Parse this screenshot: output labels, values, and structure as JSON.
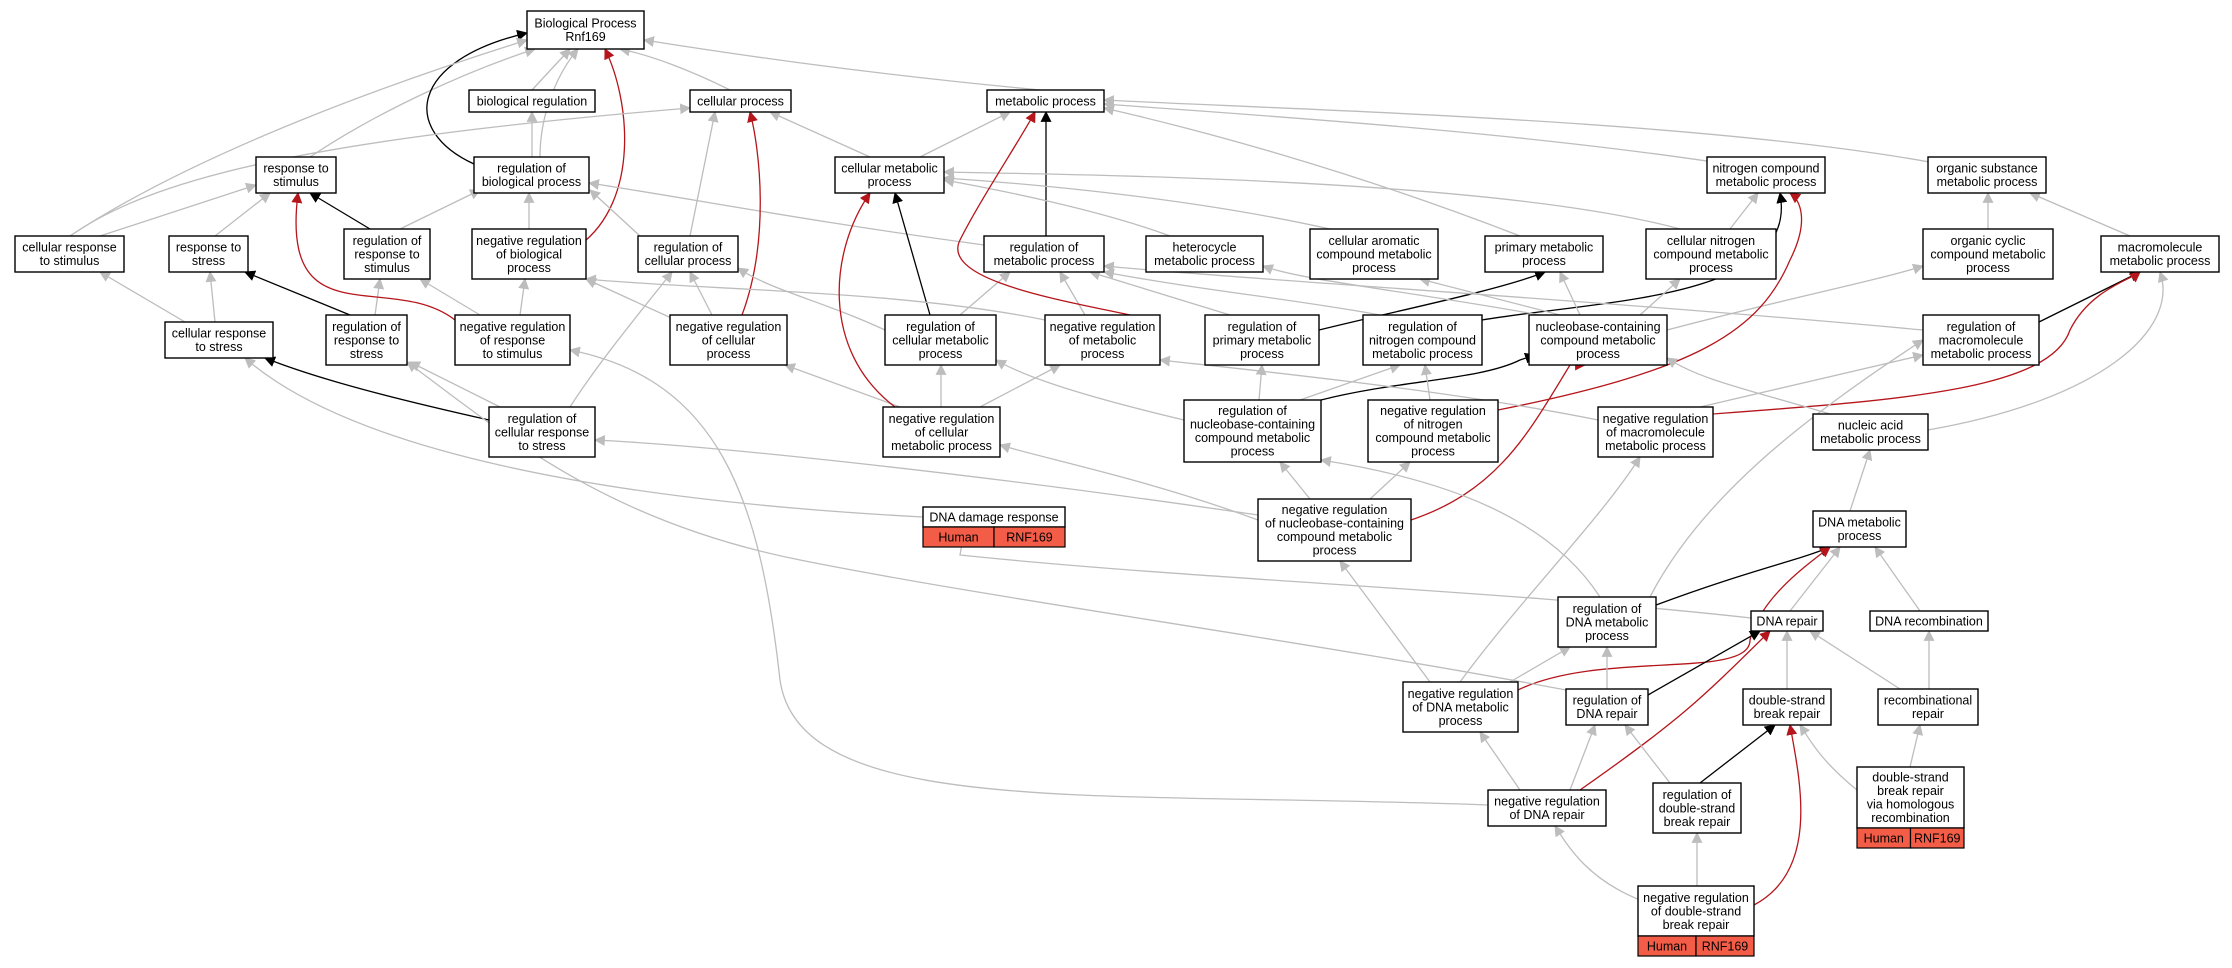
{
  "colors": {
    "background": "#ffffff",
    "edge_default": "#bdbdbd",
    "edge_black": "#000000",
    "edge_red": "#b5161b",
    "annotation": "#f35d48"
  },
  "nodes": {
    "root": [
      "Biological Process",
      "Rnf169"
    ],
    "biological_regulation": [
      "biological regulation"
    ],
    "cellular_process": [
      "cellular process"
    ],
    "metabolic_process": [
      "metabolic process"
    ],
    "response_to_stimulus": [
      "response to",
      "stimulus"
    ],
    "regulation_of_biological_process": [
      "regulation of",
      "biological process"
    ],
    "cellular_metabolic_process": [
      "cellular metabolic",
      "process"
    ],
    "nitrogen_compound_metabolic_process": [
      "nitrogen compound",
      "metabolic process"
    ],
    "organic_substance_metabolic_process": [
      "organic substance",
      "metabolic process"
    ],
    "cellular_response_to_stimulus": [
      "cellular response",
      "to stimulus"
    ],
    "response_to_stress": [
      "response to",
      "stress"
    ],
    "regulation_of_response_to_stimulus": [
      "regulation of",
      "response to",
      "stimulus"
    ],
    "negative_regulation_of_biological_process": [
      "negative regulation",
      "of biological",
      "process"
    ],
    "regulation_of_cellular_process": [
      "regulation of",
      "cellular process"
    ],
    "regulation_of_metabolic_process": [
      "regulation of",
      "metabolic process"
    ],
    "heterocycle_metabolic_process": [
      "heterocycle",
      "metabolic process"
    ],
    "cellular_aromatic_compound_metabolic_process": [
      "cellular aromatic",
      "compound metabolic",
      "process"
    ],
    "primary_metabolic_process": [
      "primary metabolic",
      "process"
    ],
    "cellular_nitrogen_compound_metabolic_process": [
      "cellular nitrogen",
      "compound metabolic",
      "process"
    ],
    "organic_cyclic_compound_metabolic_process": [
      "organic cyclic",
      "compound metabolic",
      "process"
    ],
    "macromolecule_metabolic_process": [
      "macromolecule",
      "metabolic process"
    ],
    "cellular_response_to_stress": [
      "cellular response",
      "to stress"
    ],
    "regulation_of_response_to_stress": [
      "regulation of",
      "response to",
      "stress"
    ],
    "negative_regulation_of_response_to_stimulus": [
      "negative regulation",
      "of response",
      "to stimulus"
    ],
    "negative_regulation_of_cellular_process": [
      "negative regulation",
      "of cellular",
      "process"
    ],
    "regulation_of_cellular_metabolic_process": [
      "regulation of",
      "cellular metabolic",
      "process"
    ],
    "negative_regulation_of_metabolic_process": [
      "negative regulation",
      "of metabolic",
      "process"
    ],
    "regulation_of_primary_metabolic_process": [
      "regulation of",
      "primary metabolic",
      "process"
    ],
    "regulation_of_nitrogen_compound_metabolic_process": [
      "regulation of",
      "nitrogen compound",
      "metabolic process"
    ],
    "nucleobase_containing_compound_metabolic_process": [
      "nucleobase-containing",
      "compound metabolic",
      "process"
    ],
    "regulation_of_macromolecule_metabolic_process": [
      "regulation of",
      "macromolecule",
      "metabolic process"
    ],
    "regulation_of_cellular_response_to_stress": [
      "regulation of",
      "cellular response",
      "to stress"
    ],
    "negative_regulation_of_cellular_metabolic_process": [
      "negative regulation",
      "of cellular",
      "metabolic process"
    ],
    "regulation_of_nucleobase_containing_compound_metabolic_process": [
      "regulation of",
      "nucleobase-containing",
      "compound metabolic",
      "process"
    ],
    "negative_regulation_of_nitrogen_compound_metabolic_process": [
      "negative regulation",
      "of nitrogen",
      "compound metabolic",
      "process"
    ],
    "negative_regulation_of_macromolecule_metabolic_process": [
      "negative regulation",
      "of macromolecule",
      "metabolic process"
    ],
    "nucleic_acid_metabolic_process": [
      "nucleic acid",
      "metabolic process"
    ],
    "dna_damage_response": [
      "DNA damage response"
    ],
    "negative_regulation_of_nucleobase_containing_compound_metabolic_process": [
      "negative regulation",
      "of nucleobase-containing",
      "compound metabolic",
      "process"
    ],
    "dna_metabolic_process": [
      "DNA metabolic",
      "process"
    ],
    "regulation_of_dna_metabolic_process": [
      "regulation of",
      "DNA metabolic",
      "process"
    ],
    "dna_repair": [
      "DNA repair"
    ],
    "dna_recombination": [
      "DNA recombination"
    ],
    "negative_regulation_of_dna_metabolic_process": [
      "negative regulation",
      "of DNA metabolic",
      "process"
    ],
    "regulation_of_dna_repair": [
      "regulation of",
      "DNA repair"
    ],
    "double_strand_break_repair": [
      "double-strand",
      "break repair"
    ],
    "recombinational_repair": [
      "recombinational",
      "repair"
    ],
    "double_strand_break_repair_via_homologous_recombination": [
      "double-strand",
      "break repair",
      "via homologous",
      "recombination"
    ],
    "negative_regulation_of_dna_repair": [
      "negative regulation",
      "of DNA repair"
    ],
    "regulation_of_double_strand_break_repair": [
      "regulation of",
      "double-strand",
      "break repair"
    ],
    "negative_regulation_of_double_strand_break_repair": [
      "negative regulation",
      "of double-strand",
      "break repair"
    ]
  },
  "annotations": {
    "dna_damage_response": [
      "Human",
      "RNF169"
    ],
    "double_strand_break_repair_via_homologous_recombination": [
      "Human",
      "RNF169"
    ],
    "negative_regulation_of_double_strand_break_repair": [
      "Human",
      "RNF169"
    ]
  }
}
